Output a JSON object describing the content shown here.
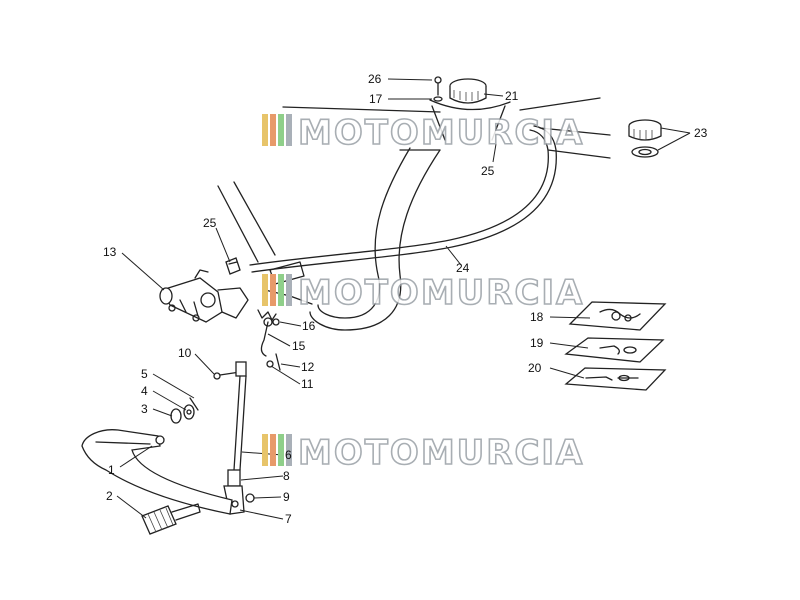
{
  "watermark": {
    "text": "MOTOMURCIA",
    "stripe_colors": [
      "#e7c46a",
      "#e79a6a",
      "#8fcf8a",
      "#a9b0b8"
    ]
  },
  "callouts": {
    "n1": "1",
    "n2": "2",
    "n3": "3",
    "n4": "4",
    "n5": "5",
    "n6": "6",
    "n7": "7",
    "n8": "8",
    "n9": "9",
    "n10": "10",
    "n11": "11",
    "n12": "12",
    "n13": "13",
    "n15": "15",
    "n16": "16",
    "n17": "17",
    "n18": "18",
    "n19": "19",
    "n20": "20",
    "n21": "21",
    "n23": "23",
    "n24": "24",
    "n25a": "25",
    "n25b": "25",
    "n26": "26"
  }
}
